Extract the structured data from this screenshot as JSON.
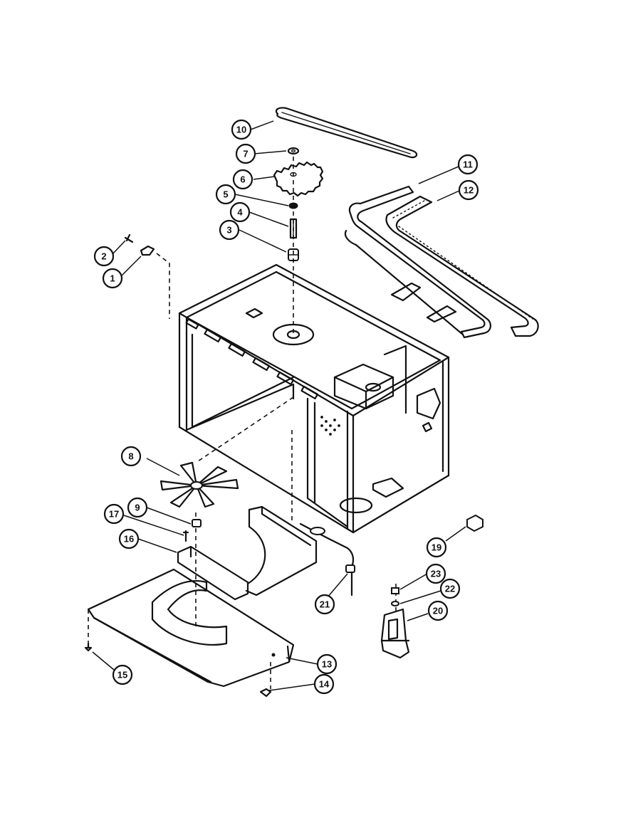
{
  "callouts": [
    {
      "id": "c1",
      "label": "1"
    },
    {
      "id": "c2",
      "label": "2"
    },
    {
      "id": "c3",
      "label": "3"
    },
    {
      "id": "c4",
      "label": "4"
    },
    {
      "id": "c5",
      "label": "5"
    },
    {
      "id": "c6",
      "label": "6"
    },
    {
      "id": "c7",
      "label": "7"
    },
    {
      "id": "c8",
      "label": "8"
    },
    {
      "id": "c9",
      "label": "9"
    },
    {
      "id": "c10",
      "label": "10"
    },
    {
      "id": "c11",
      "label": "11"
    },
    {
      "id": "c12",
      "label": "12"
    },
    {
      "id": "c13",
      "label": "13"
    },
    {
      "id": "c14",
      "label": "14"
    },
    {
      "id": "c15",
      "label": "15"
    },
    {
      "id": "c16",
      "label": "16"
    },
    {
      "id": "c17",
      "label": "17"
    },
    {
      "id": "c19",
      "label": "19"
    },
    {
      "id": "c20",
      "label": "20"
    },
    {
      "id": "c21",
      "label": "21"
    },
    {
      "id": "c22",
      "label": "22"
    },
    {
      "id": "c23",
      "label": "23"
    }
  ]
}
